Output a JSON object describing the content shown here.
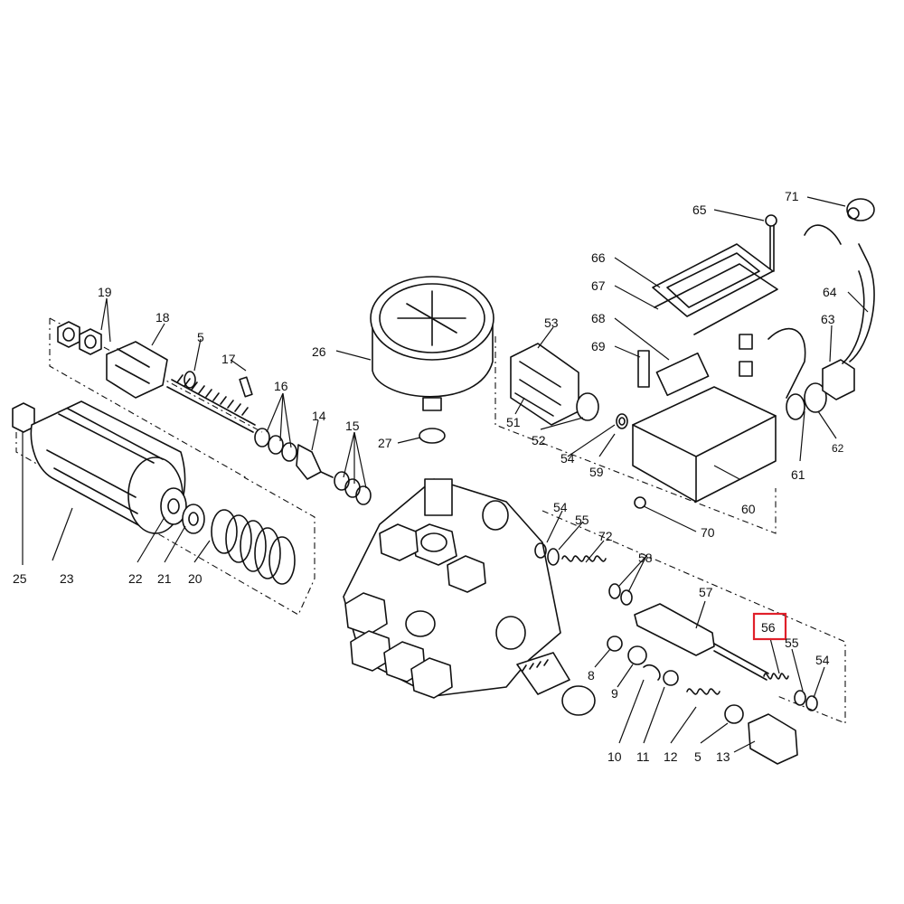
{
  "labels": {
    "p19": "19",
    "p18": "18",
    "p5a": "5",
    "p17": "17",
    "p16": "16",
    "p14": "14",
    "p15": "15",
    "p26": "26",
    "p27": "27",
    "p53": "53",
    "p51": "51",
    "p52": "52",
    "p54a": "54",
    "p59": "59",
    "p65": "65",
    "p71": "71",
    "p66": "66",
    "p67": "67",
    "p68": "68",
    "p69": "69",
    "p64": "64",
    "p63": "63",
    "p62": "62",
    "p61": "61",
    "p60": "60",
    "p70": "70",
    "p25": "25",
    "p23": "23",
    "p22": "22",
    "p21": "21",
    "p20": "20",
    "p54b": "54",
    "p55a": "55",
    "p72": "72",
    "p58": "58",
    "p57": "57",
    "p56": "56",
    "p55b": "55",
    "p54c": "54",
    "p8": "8",
    "p9": "9",
    "p10": "10",
    "p11": "11",
    "p12": "12",
    "p5b": "5",
    "p13": "13"
  },
  "highlight": {
    "label": "56",
    "color": "#e0202a"
  }
}
